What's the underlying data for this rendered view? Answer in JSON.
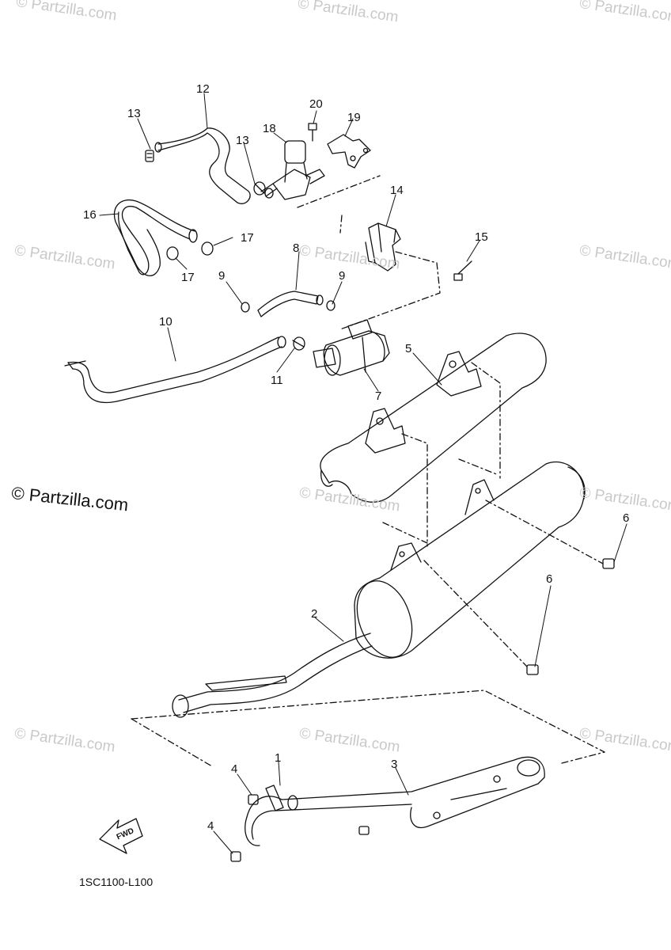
{
  "watermark": {
    "text": "© Partzilla.com",
    "featured_text": "© Partzilla.com"
  },
  "diagram_code": "1SC1100-L100",
  "fwd_label": "FWD",
  "callouts": [
    "1",
    "2",
    "3",
    "4",
    "4",
    "5",
    "6",
    "6",
    "7",
    "8",
    "9",
    "9",
    "10",
    "11",
    "12",
    "13",
    "13",
    "14",
    "15",
    "16",
    "17",
    "17",
    "18",
    "19",
    "20"
  ],
  "colors": {
    "line": "#111111",
    "watermark": "#c9c9c9",
    "background": "#ffffff"
  }
}
